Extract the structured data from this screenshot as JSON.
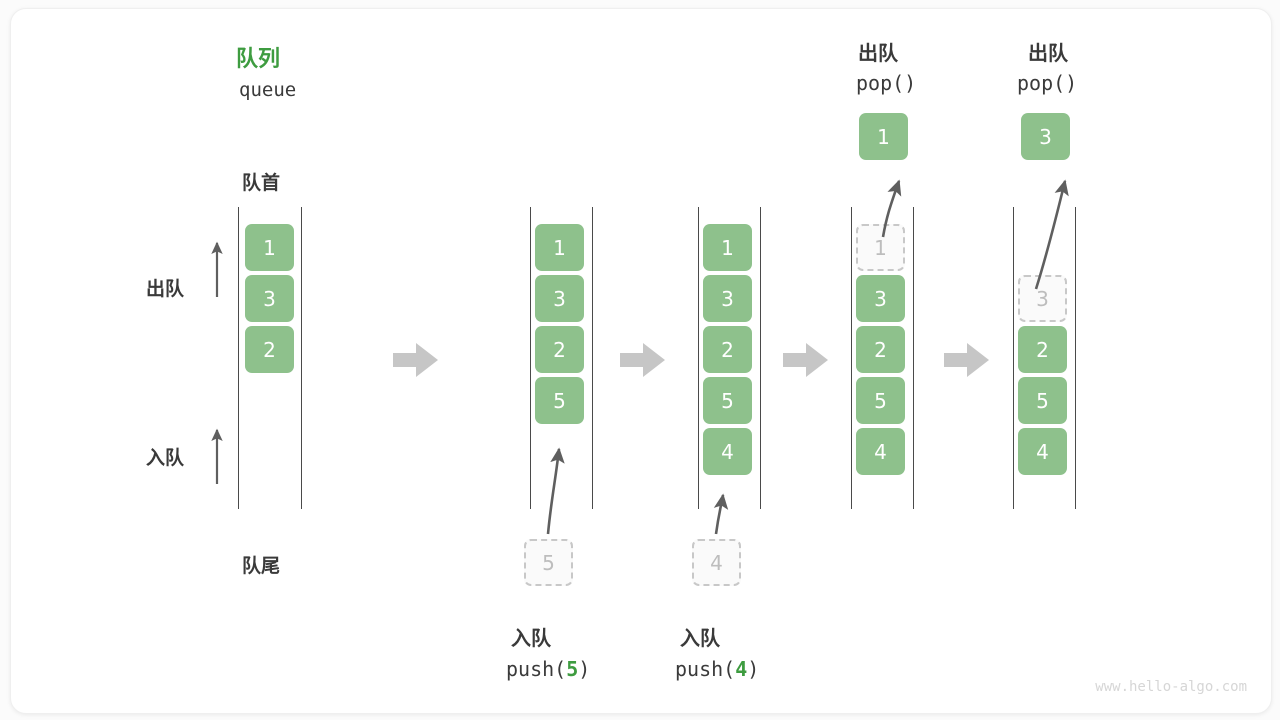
{
  "title": {
    "cn": "队列",
    "en": "queue"
  },
  "labels": {
    "front": "队首",
    "rear": "队尾",
    "dequeue": "出队",
    "enqueue": "入队"
  },
  "watermark": "www.hello-algo.com",
  "colors": {
    "cell_fill": "#8ec18c",
    "cell_text": "#ffffff",
    "accent_green": "#3e9c40",
    "ghost_border": "#c8c8c8",
    "ghost_text": "#bdbdbd",
    "rail": "#4a4a4a",
    "transition_arrow": "#c6c6c6",
    "curve_arrow": "#5f5f5f",
    "text": "#3a3a3a"
  },
  "panels": [
    {
      "id": "panel-initial",
      "cells": [
        {
          "value": "1",
          "slot": 0,
          "state": "filled"
        },
        {
          "value": "3",
          "slot": 1,
          "state": "filled"
        },
        {
          "value": "2",
          "slot": 2,
          "state": "filled"
        }
      ],
      "side_labels": [
        {
          "text": "出队",
          "arrow": "up"
        },
        {
          "text": "入队",
          "arrow": "up"
        }
      ]
    },
    {
      "id": "panel-push-5",
      "cells": [
        {
          "value": "1",
          "slot": 0,
          "state": "filled"
        },
        {
          "value": "3",
          "slot": 1,
          "state": "filled"
        },
        {
          "value": "2",
          "slot": 2,
          "state": "filled"
        },
        {
          "value": "5",
          "slot": 3,
          "state": "filled"
        }
      ],
      "incoming": {
        "value": "5",
        "state": "ghost"
      },
      "caption_cn": "入队",
      "caption_code_prefix": "push(",
      "caption_code_arg": "5",
      "caption_code_suffix": ")"
    },
    {
      "id": "panel-push-4",
      "cells": [
        {
          "value": "1",
          "slot": 0,
          "state": "filled"
        },
        {
          "value": "3",
          "slot": 1,
          "state": "filled"
        },
        {
          "value": "2",
          "slot": 2,
          "state": "filled"
        },
        {
          "value": "5",
          "slot": 3,
          "state": "filled"
        },
        {
          "value": "4",
          "slot": 4,
          "state": "filled"
        }
      ],
      "incoming": {
        "value": "4",
        "state": "ghost"
      },
      "caption_cn": "入队",
      "caption_code_prefix": "push(",
      "caption_code_arg": "4",
      "caption_code_suffix": ")"
    },
    {
      "id": "panel-pop-1",
      "cells": [
        {
          "value": "1",
          "slot": 0,
          "state": "ghost"
        },
        {
          "value": "3",
          "slot": 1,
          "state": "filled"
        },
        {
          "value": "2",
          "slot": 2,
          "state": "filled"
        },
        {
          "value": "5",
          "slot": 3,
          "state": "filled"
        },
        {
          "value": "4",
          "slot": 4,
          "state": "filled"
        }
      ],
      "outgoing": {
        "value": "1",
        "state": "filled"
      },
      "header_cn": "出队",
      "header_code": "pop()"
    },
    {
      "id": "panel-pop-3",
      "cells": [
        {
          "value": "3",
          "slot": 1,
          "state": "ghost"
        },
        {
          "value": "2",
          "slot": 2,
          "state": "filled"
        },
        {
          "value": "5",
          "slot": 3,
          "state": "filled"
        },
        {
          "value": "4",
          "slot": 4,
          "state": "filled"
        }
      ],
      "outgoing": {
        "value": "3",
        "state": "filled"
      },
      "header_cn": "出队",
      "header_code": "pop()"
    }
  ],
  "transitions": [
    {
      "id": "transition-1"
    },
    {
      "id": "transition-2"
    },
    {
      "id": "transition-3"
    },
    {
      "id": "transition-4"
    }
  ]
}
